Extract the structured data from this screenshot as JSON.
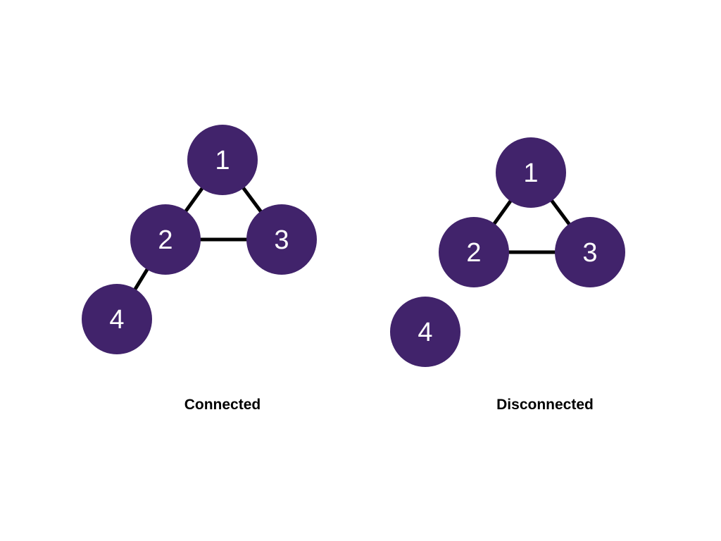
{
  "colors": {
    "node_fill": "#41236b",
    "node_text": "#ffffff",
    "edge": "#000000",
    "caption": "#000000",
    "background": "#ffffff"
  },
  "graphs": [
    {
      "caption": "Connected",
      "nodes": [
        {
          "id": "1",
          "label": "1"
        },
        {
          "id": "2",
          "label": "2"
        },
        {
          "id": "3",
          "label": "3"
        },
        {
          "id": "4",
          "label": "4"
        }
      ],
      "edges": [
        {
          "from": "1",
          "to": "2"
        },
        {
          "from": "1",
          "to": "3"
        },
        {
          "from": "2",
          "to": "3"
        },
        {
          "from": "2",
          "to": "4"
        }
      ]
    },
    {
      "caption": "Disconnected",
      "nodes": [
        {
          "id": "1",
          "label": "1"
        },
        {
          "id": "2",
          "label": "2"
        },
        {
          "id": "3",
          "label": "3"
        },
        {
          "id": "4",
          "label": "4"
        }
      ],
      "edges": [
        {
          "from": "1",
          "to": "2"
        },
        {
          "from": "1",
          "to": "3"
        },
        {
          "from": "2",
          "to": "3"
        }
      ]
    }
  ]
}
